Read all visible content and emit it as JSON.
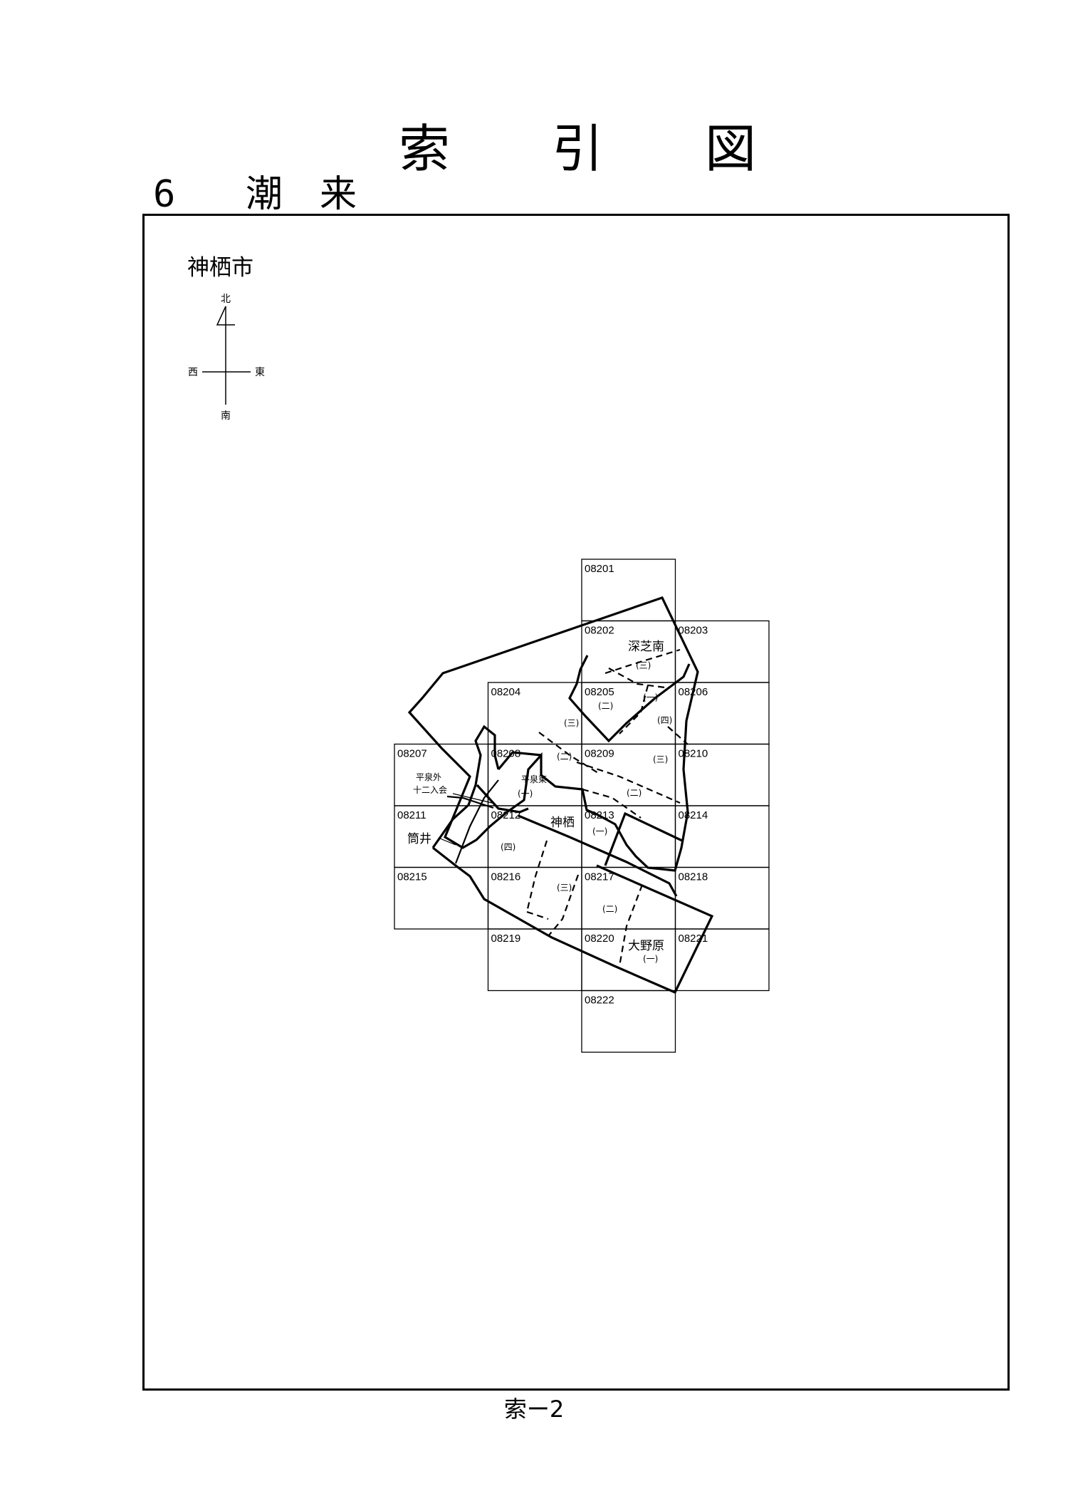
{
  "title_chars": [
    "索",
    "引",
    "図"
  ],
  "subtitle": {
    "number": "6",
    "name": "潮　来"
  },
  "city": "神栖市",
  "compass": {
    "north": "北",
    "south": "南",
    "east": "東",
    "west": "西"
  },
  "footer": "索ー2",
  "sheets": [
    {
      "id": "08201",
      "col": 2,
      "row": 0
    },
    {
      "id": "08202",
      "col": 2,
      "row": 1
    },
    {
      "id": "08203",
      "col": 3,
      "row": 1
    },
    {
      "id": "08204",
      "col": 1,
      "row": 2
    },
    {
      "id": "08205",
      "col": 2,
      "row": 2
    },
    {
      "id": "08206",
      "col": 3,
      "row": 2
    },
    {
      "id": "08207",
      "col": 0,
      "row": 3
    },
    {
      "id": "08208",
      "col": 1,
      "row": 3
    },
    {
      "id": "08209",
      "col": 2,
      "row": 3
    },
    {
      "id": "08210",
      "col": 3,
      "row": 3
    },
    {
      "id": "08211",
      "col": 0,
      "row": 4
    },
    {
      "id": "08212",
      "col": 1,
      "row": 4
    },
    {
      "id": "08213",
      "col": 2,
      "row": 4
    },
    {
      "id": "08214",
      "col": 3,
      "row": 4
    },
    {
      "id": "08215",
      "col": 0,
      "row": 5
    },
    {
      "id": "08216",
      "col": 1,
      "row": 5
    },
    {
      "id": "08217",
      "col": 2,
      "row": 5
    },
    {
      "id": "08218",
      "col": 3,
      "row": 5
    },
    {
      "id": "08219",
      "col": 1,
      "row": 6
    },
    {
      "id": "08220",
      "col": 2,
      "row": 6
    },
    {
      "id": "08221",
      "col": 3,
      "row": 6
    },
    {
      "id": "08222",
      "col": 2,
      "row": 7
    }
  ],
  "places": {
    "fukashiba_minami": "深芝南",
    "hiraizumi_higashi": "平泉東",
    "hiraizumi_soto_1": "平泉外",
    "hiraizumi_soto_2": "十二入会",
    "kamisu": "神栖",
    "tsutsui": "筒井",
    "oonohara": "大野原"
  },
  "sections": {
    "s1": "(一)",
    "s2": "(二)",
    "s3": "(三)",
    "s4": "(四)"
  }
}
